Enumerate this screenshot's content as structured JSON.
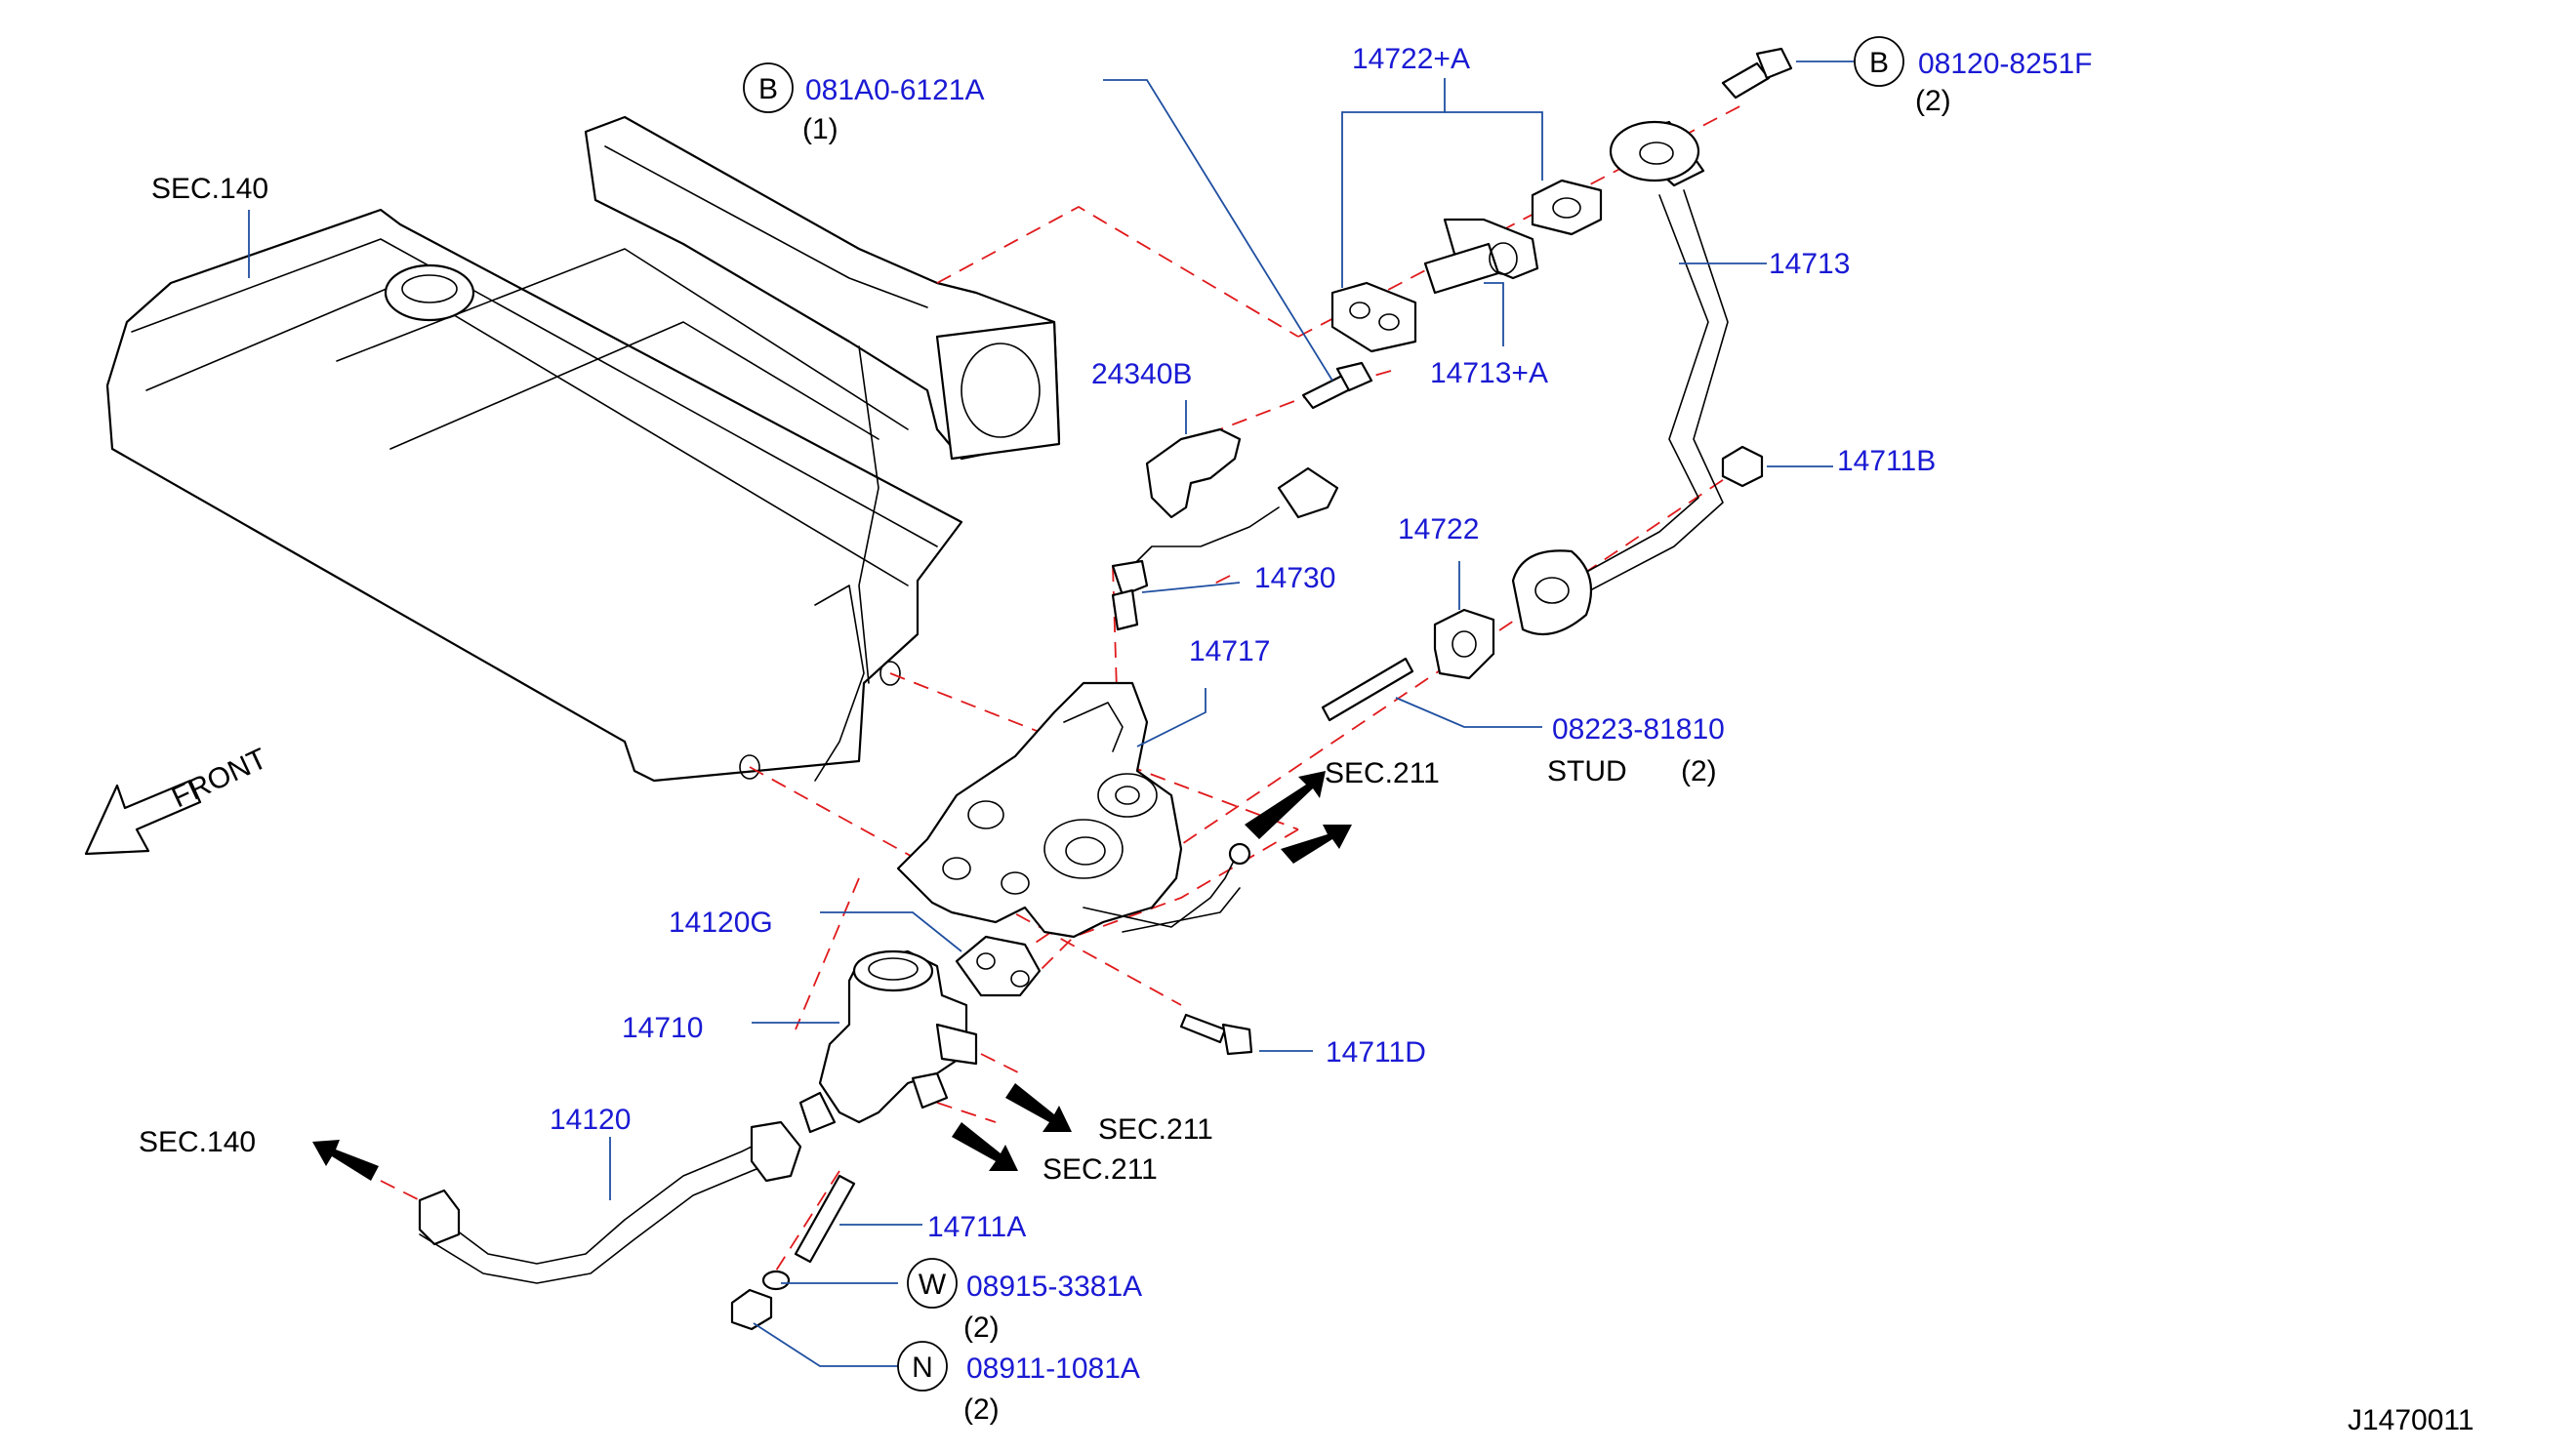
{
  "diagram": {
    "code": "J1470011",
    "front": "FRONT",
    "refs": {
      "sec140_top": "SEC.140",
      "sec140_left": "SEC.140",
      "sec211_a": "SEC.211",
      "sec211_b": "SEC.211",
      "sec211_c": "SEC.211"
    },
    "callouts": {
      "bolt_b1": {
        "symbol": "B",
        "part": "081A0-6121A",
        "qty": "(1)"
      },
      "bolt_b2": {
        "symbol": "B",
        "part": "08120-8251F",
        "qty": "(2)"
      },
      "washer_w": {
        "symbol": "W",
        "part": "08915-3381A",
        "qty": "(2)"
      },
      "nut_n": {
        "symbol": "N",
        "part": "08911-1081A",
        "qty": "(2)"
      },
      "stud": {
        "part": "08223-81810",
        "label": "STUD",
        "qty": "(2)"
      }
    },
    "parts": {
      "p14722a": "14722+A",
      "p14713": "14713",
      "p14713a": "14713+A",
      "p24340b": "24340B",
      "p14711b": "14711B",
      "p14722": "14722",
      "p14730": "14730",
      "p14717": "14717",
      "p14120g": "14120G",
      "p14710": "14710",
      "p14711d": "14711D",
      "p14120": "14120",
      "p14711a": "14711A"
    }
  }
}
